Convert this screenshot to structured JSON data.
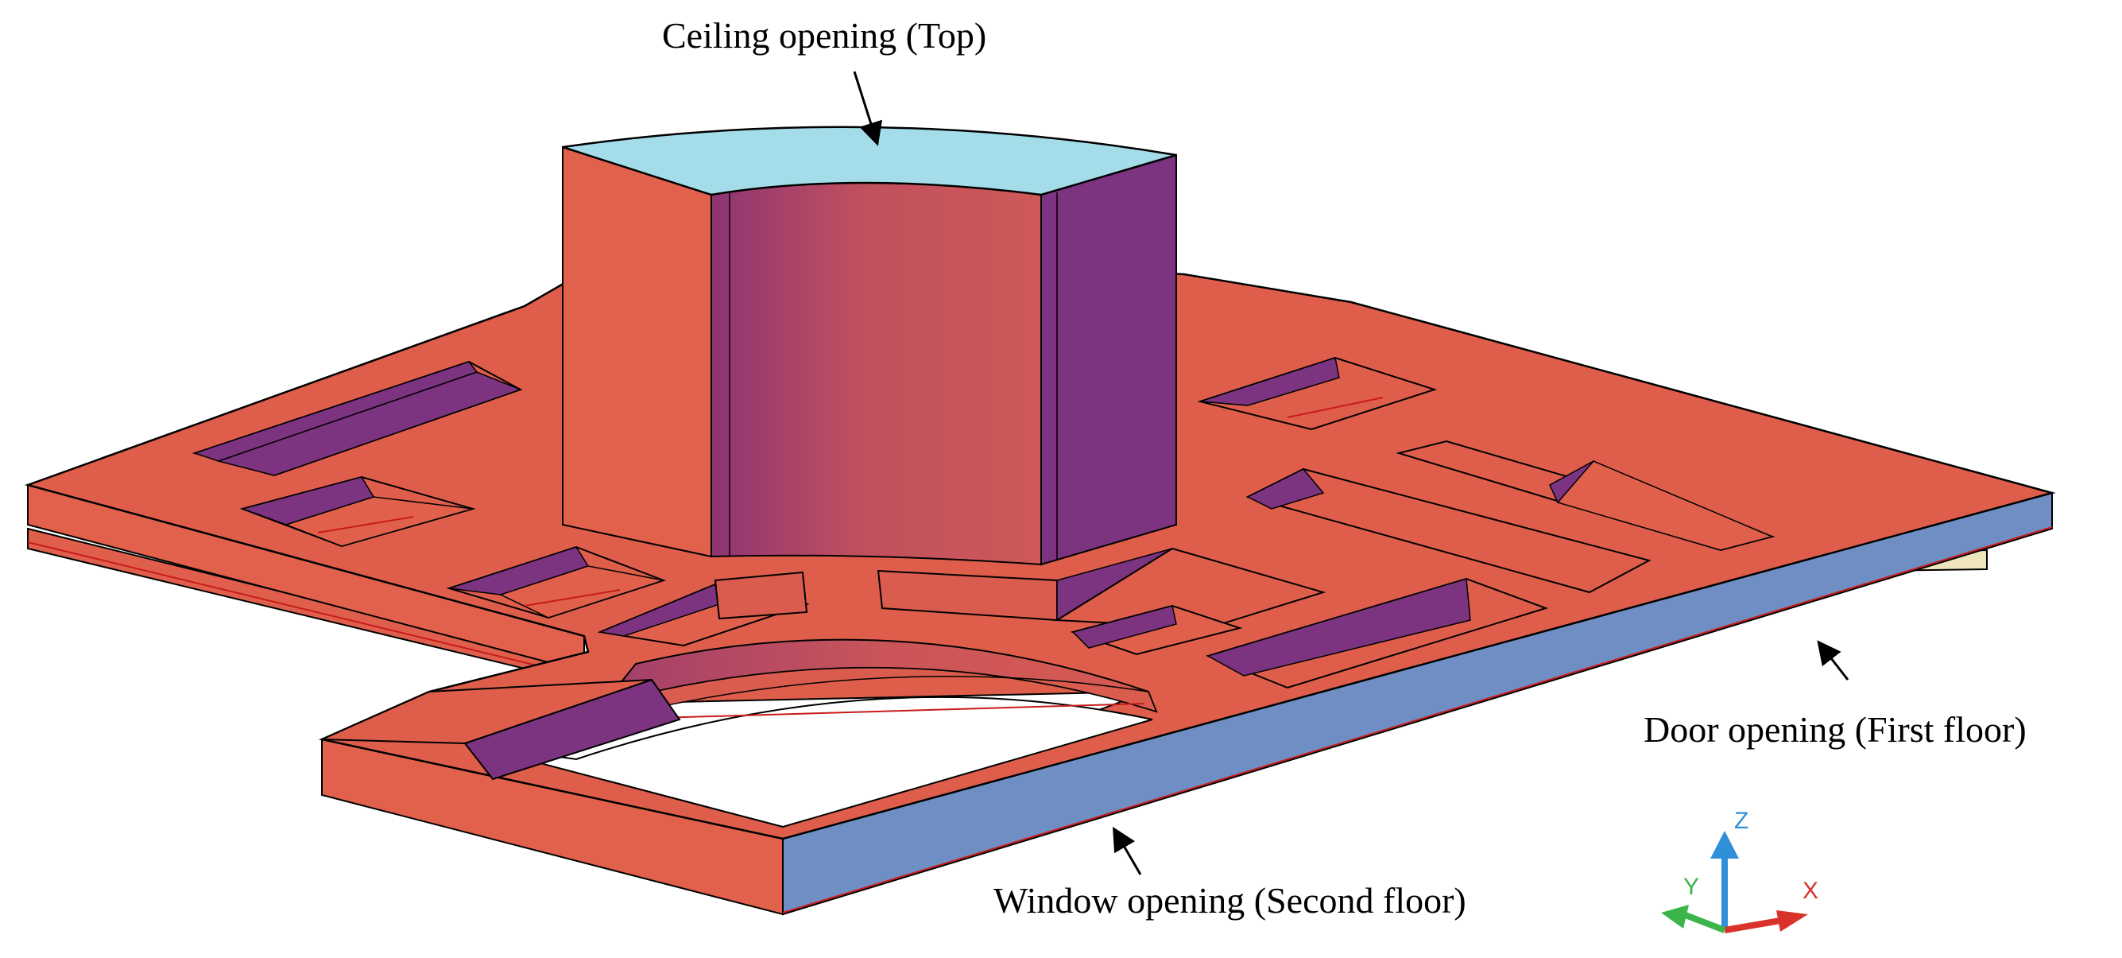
{
  "annotations": {
    "ceiling": "Ceiling opening (Top)",
    "door": "Door opening (First floor)",
    "window": "Window opening (Second floor)"
  },
  "axes": {
    "x": "X",
    "y": "Y",
    "z": "Z"
  },
  "colors": {
    "slab_top": "#df5f4c",
    "slab_side": "#e2614d",
    "recess_purple": "#7c3380",
    "edge_blue": "#6f8fc4",
    "ceiling_cyan": "#a4dcea",
    "door_beige": "#efe5bd",
    "axis_x": "#d9322b",
    "axis_y": "#3bb54a",
    "axis_z": "#2f8fd8"
  }
}
